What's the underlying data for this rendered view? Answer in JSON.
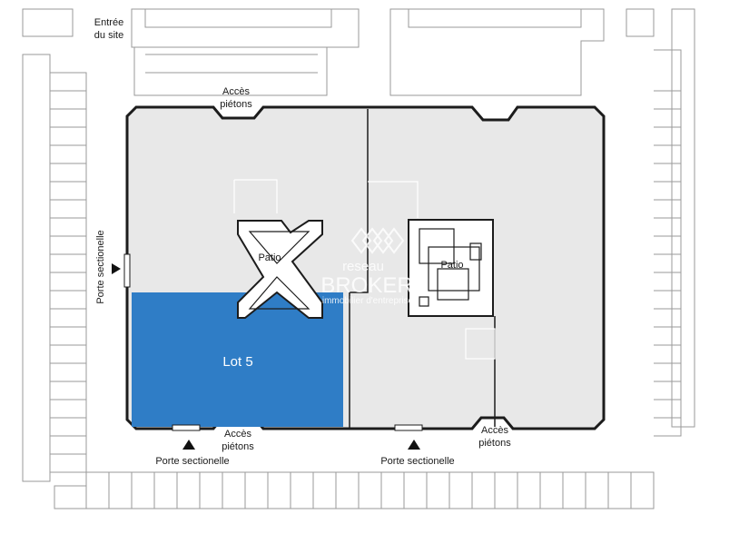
{
  "labels": {
    "site_entrance_line1": "Entrée",
    "site_entrance_line2": "du site",
    "pedestrian_top_line1": "Accès",
    "pedestrian_top_line2": "piétons",
    "pedestrian_bottom_left_line1": "Accès",
    "pedestrian_bottom_left_line2": "piétons",
    "pedestrian_bottom_right_line1": "Accès",
    "pedestrian_bottom_right_line2": "piétons",
    "sectional_door_left": "Porte sectionelle",
    "sectional_door_bottom_left": "Porte sectionelle",
    "sectional_door_bottom_right": "Porte sectionelle",
    "patio_left": "Patio",
    "patio_right": "Patio",
    "lot": "Lot 5"
  },
  "watermark": {
    "line1": "reseau",
    "line2": "BROKER",
    "line3": "immobilier d'entreprise"
  },
  "colors": {
    "lot_fill": "#2f7dc6",
    "building_fill": "#e8e8e8",
    "outline": "#1c1c1c",
    "surroundings": "#9a9a9a"
  },
  "icons": [
    "triangle-marker-icon",
    "watermark-logo-icon"
  ]
}
